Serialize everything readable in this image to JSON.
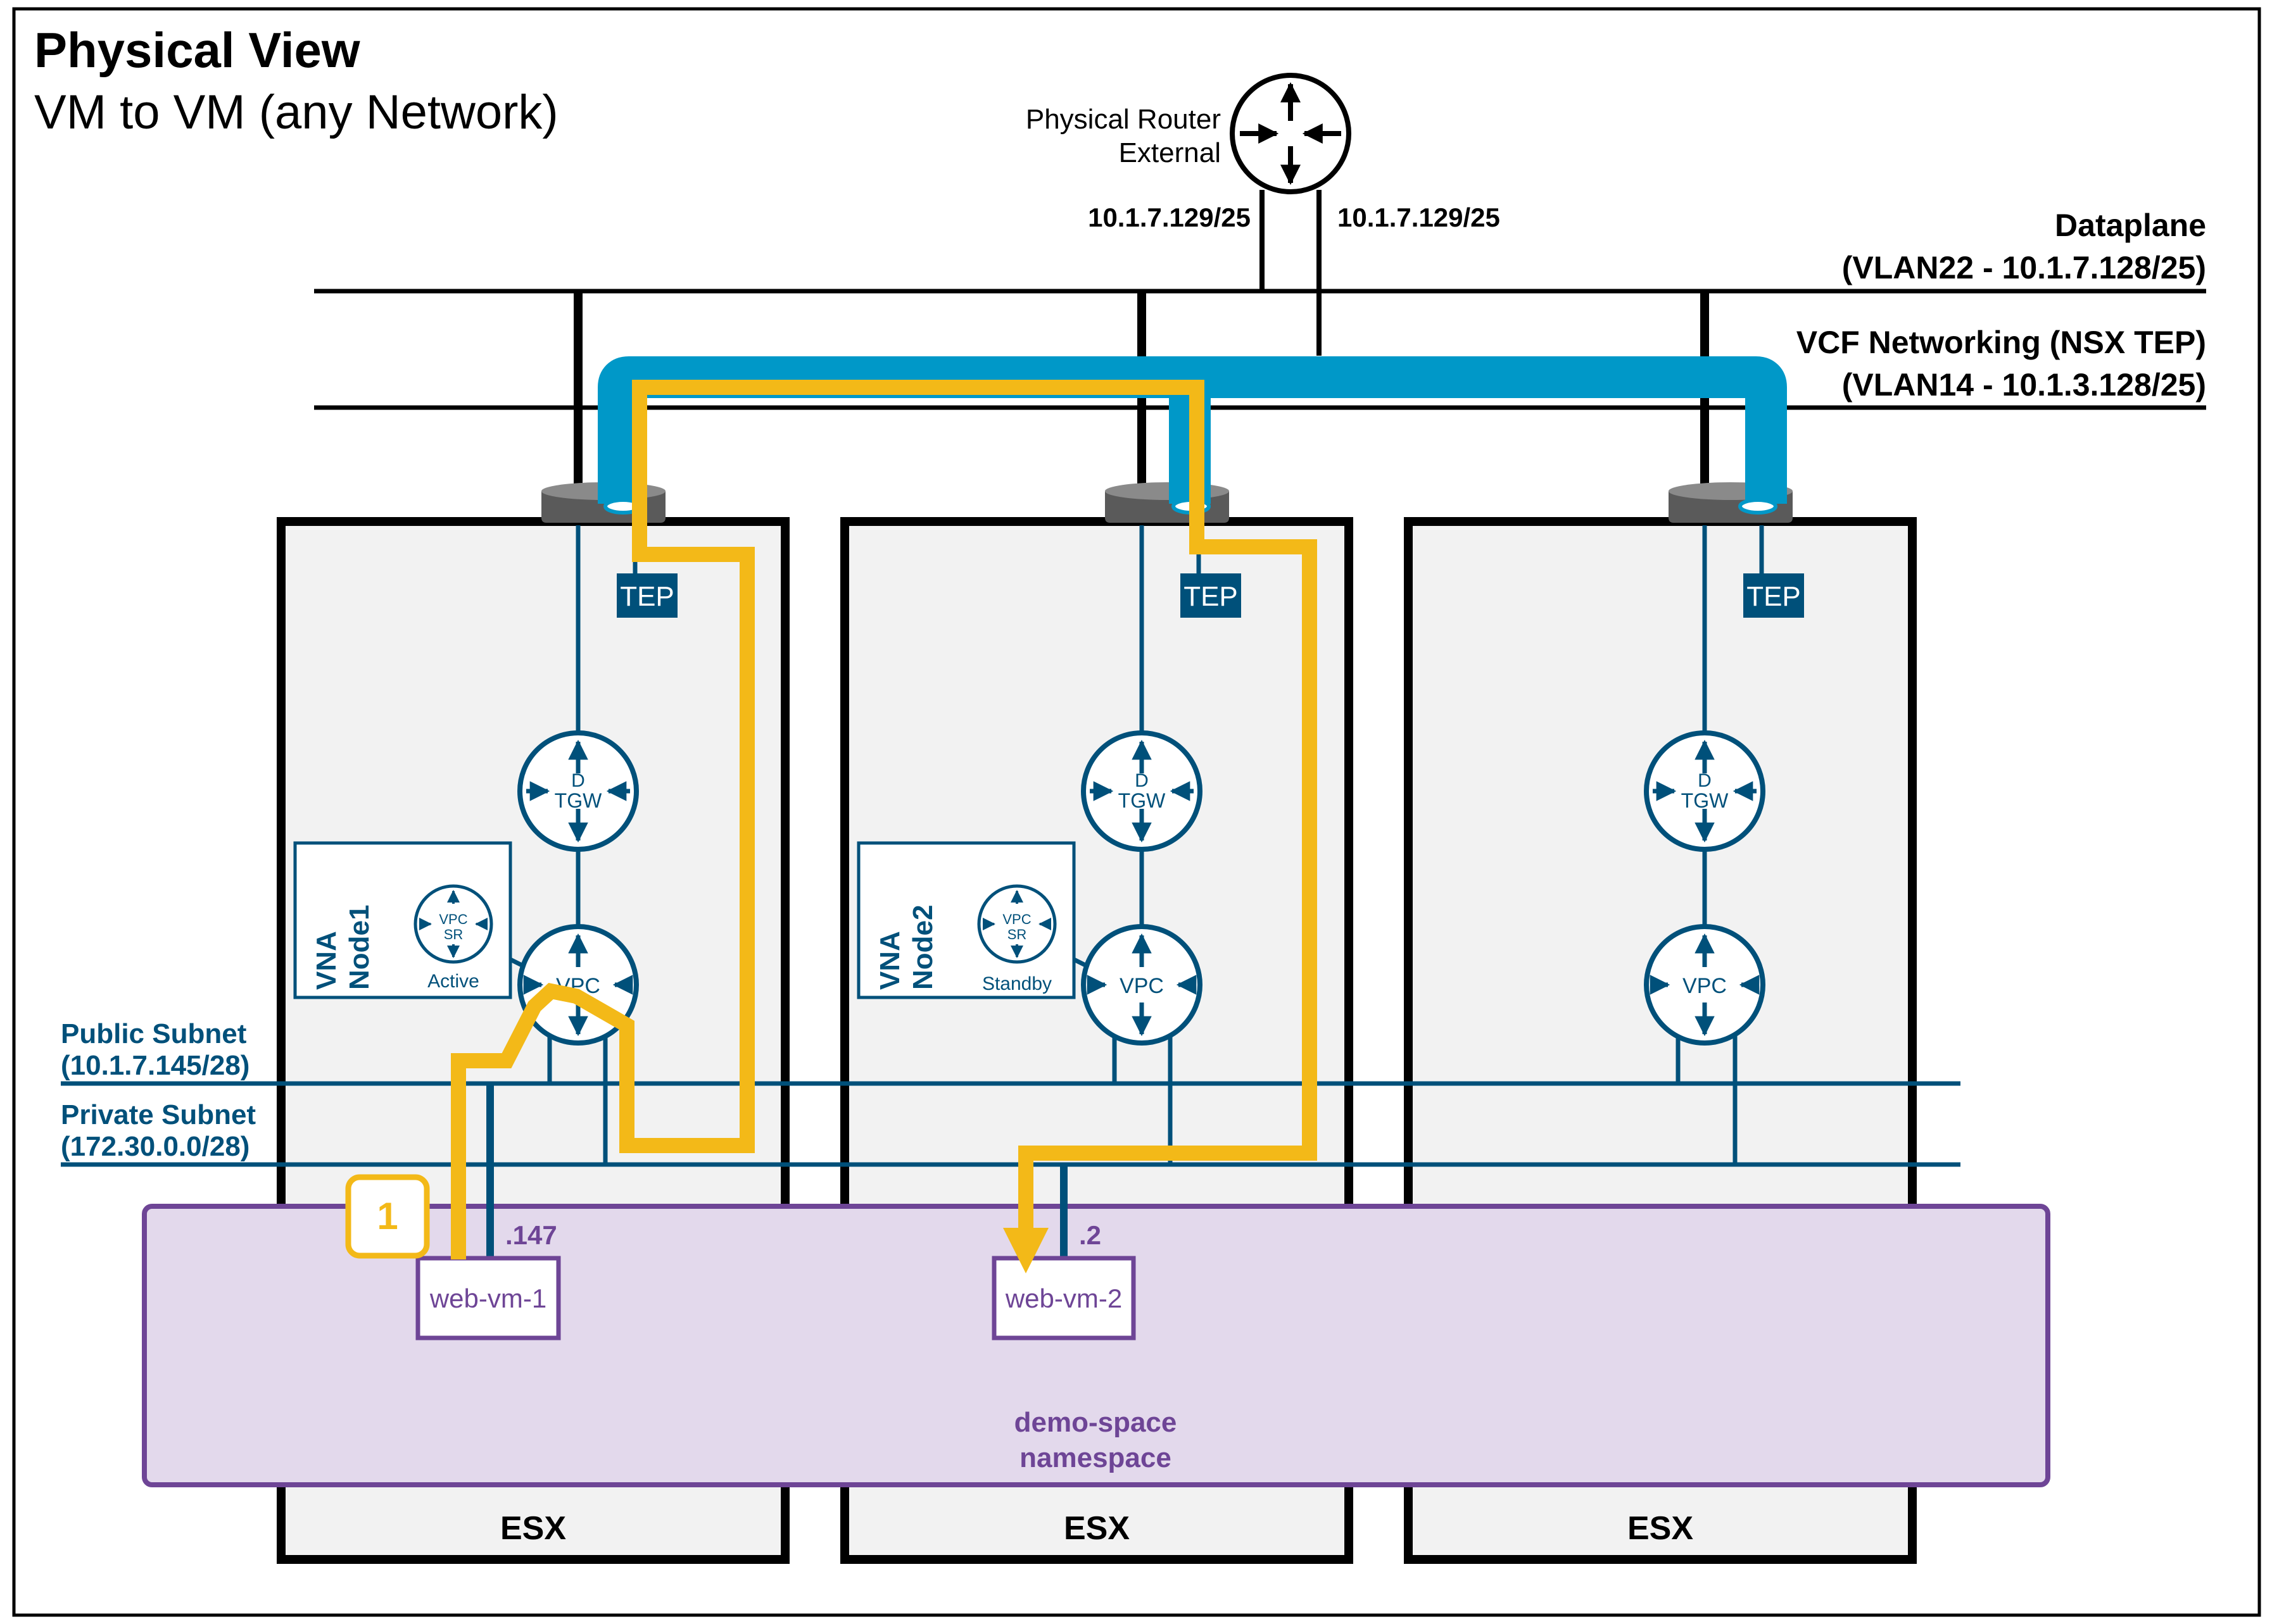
{
  "title": "Physical View",
  "subtitle": "VM to VM (any Network)",
  "router": {
    "line1": "Physical Router",
    "line2": "External",
    "ip_left": "10.1.7.129/25",
    "ip_right": "10.1.7.129/25"
  },
  "networks": {
    "dataplane": {
      "name": "Dataplane",
      "detail": "(VLAN22 - 10.1.7.128/25)"
    },
    "tep": {
      "name": "VCF Networking (NSX TEP)",
      "detail": "(VLAN14 - 10.1.3.128/25)"
    },
    "public_subnet": {
      "name": "Public Subnet",
      "cidr": "(10.1.7.145/28)"
    },
    "private_subnet": {
      "name": "Private Subnet",
      "cidr": "(172.30.0.0/28)"
    }
  },
  "hosts": [
    {
      "label": "ESX",
      "tep": "TEP",
      "tgw": {
        "top": "D",
        "bottom": "TGW"
      },
      "vpc": "VPC",
      "vna": {
        "title1": "VNA",
        "title2": "Node1",
        "sr_top": "VPC",
        "sr_bottom": "SR",
        "state": "Active"
      }
    },
    {
      "label": "ESX",
      "tep": "TEP",
      "tgw": {
        "top": "D",
        "bottom": "TGW"
      },
      "vpc": "VPC",
      "vna": {
        "title1": "VNA",
        "title2": "Node2",
        "sr_top": "VPC",
        "sr_bottom": "SR",
        "state": "Standby"
      }
    },
    {
      "label": "ESX",
      "tep": "TEP",
      "tgw": {
        "top": "D",
        "bottom": "TGW"
      },
      "vpc": "VPC"
    }
  ],
  "vms": [
    {
      "name": "web-vm-1",
      "ip": ".147"
    },
    {
      "name": "web-vm-2",
      "ip": ".2"
    }
  ],
  "namespace": {
    "line1": "demo-space",
    "line2": "namespace"
  },
  "step": "1",
  "colors": {
    "navy": "#00507a",
    "tunnel": "#0098c8",
    "path": "#f3b918",
    "purple": "#6e4596",
    "namespace_fill": "#e3d9ec",
    "host_fill": "#f2f2f2"
  }
}
